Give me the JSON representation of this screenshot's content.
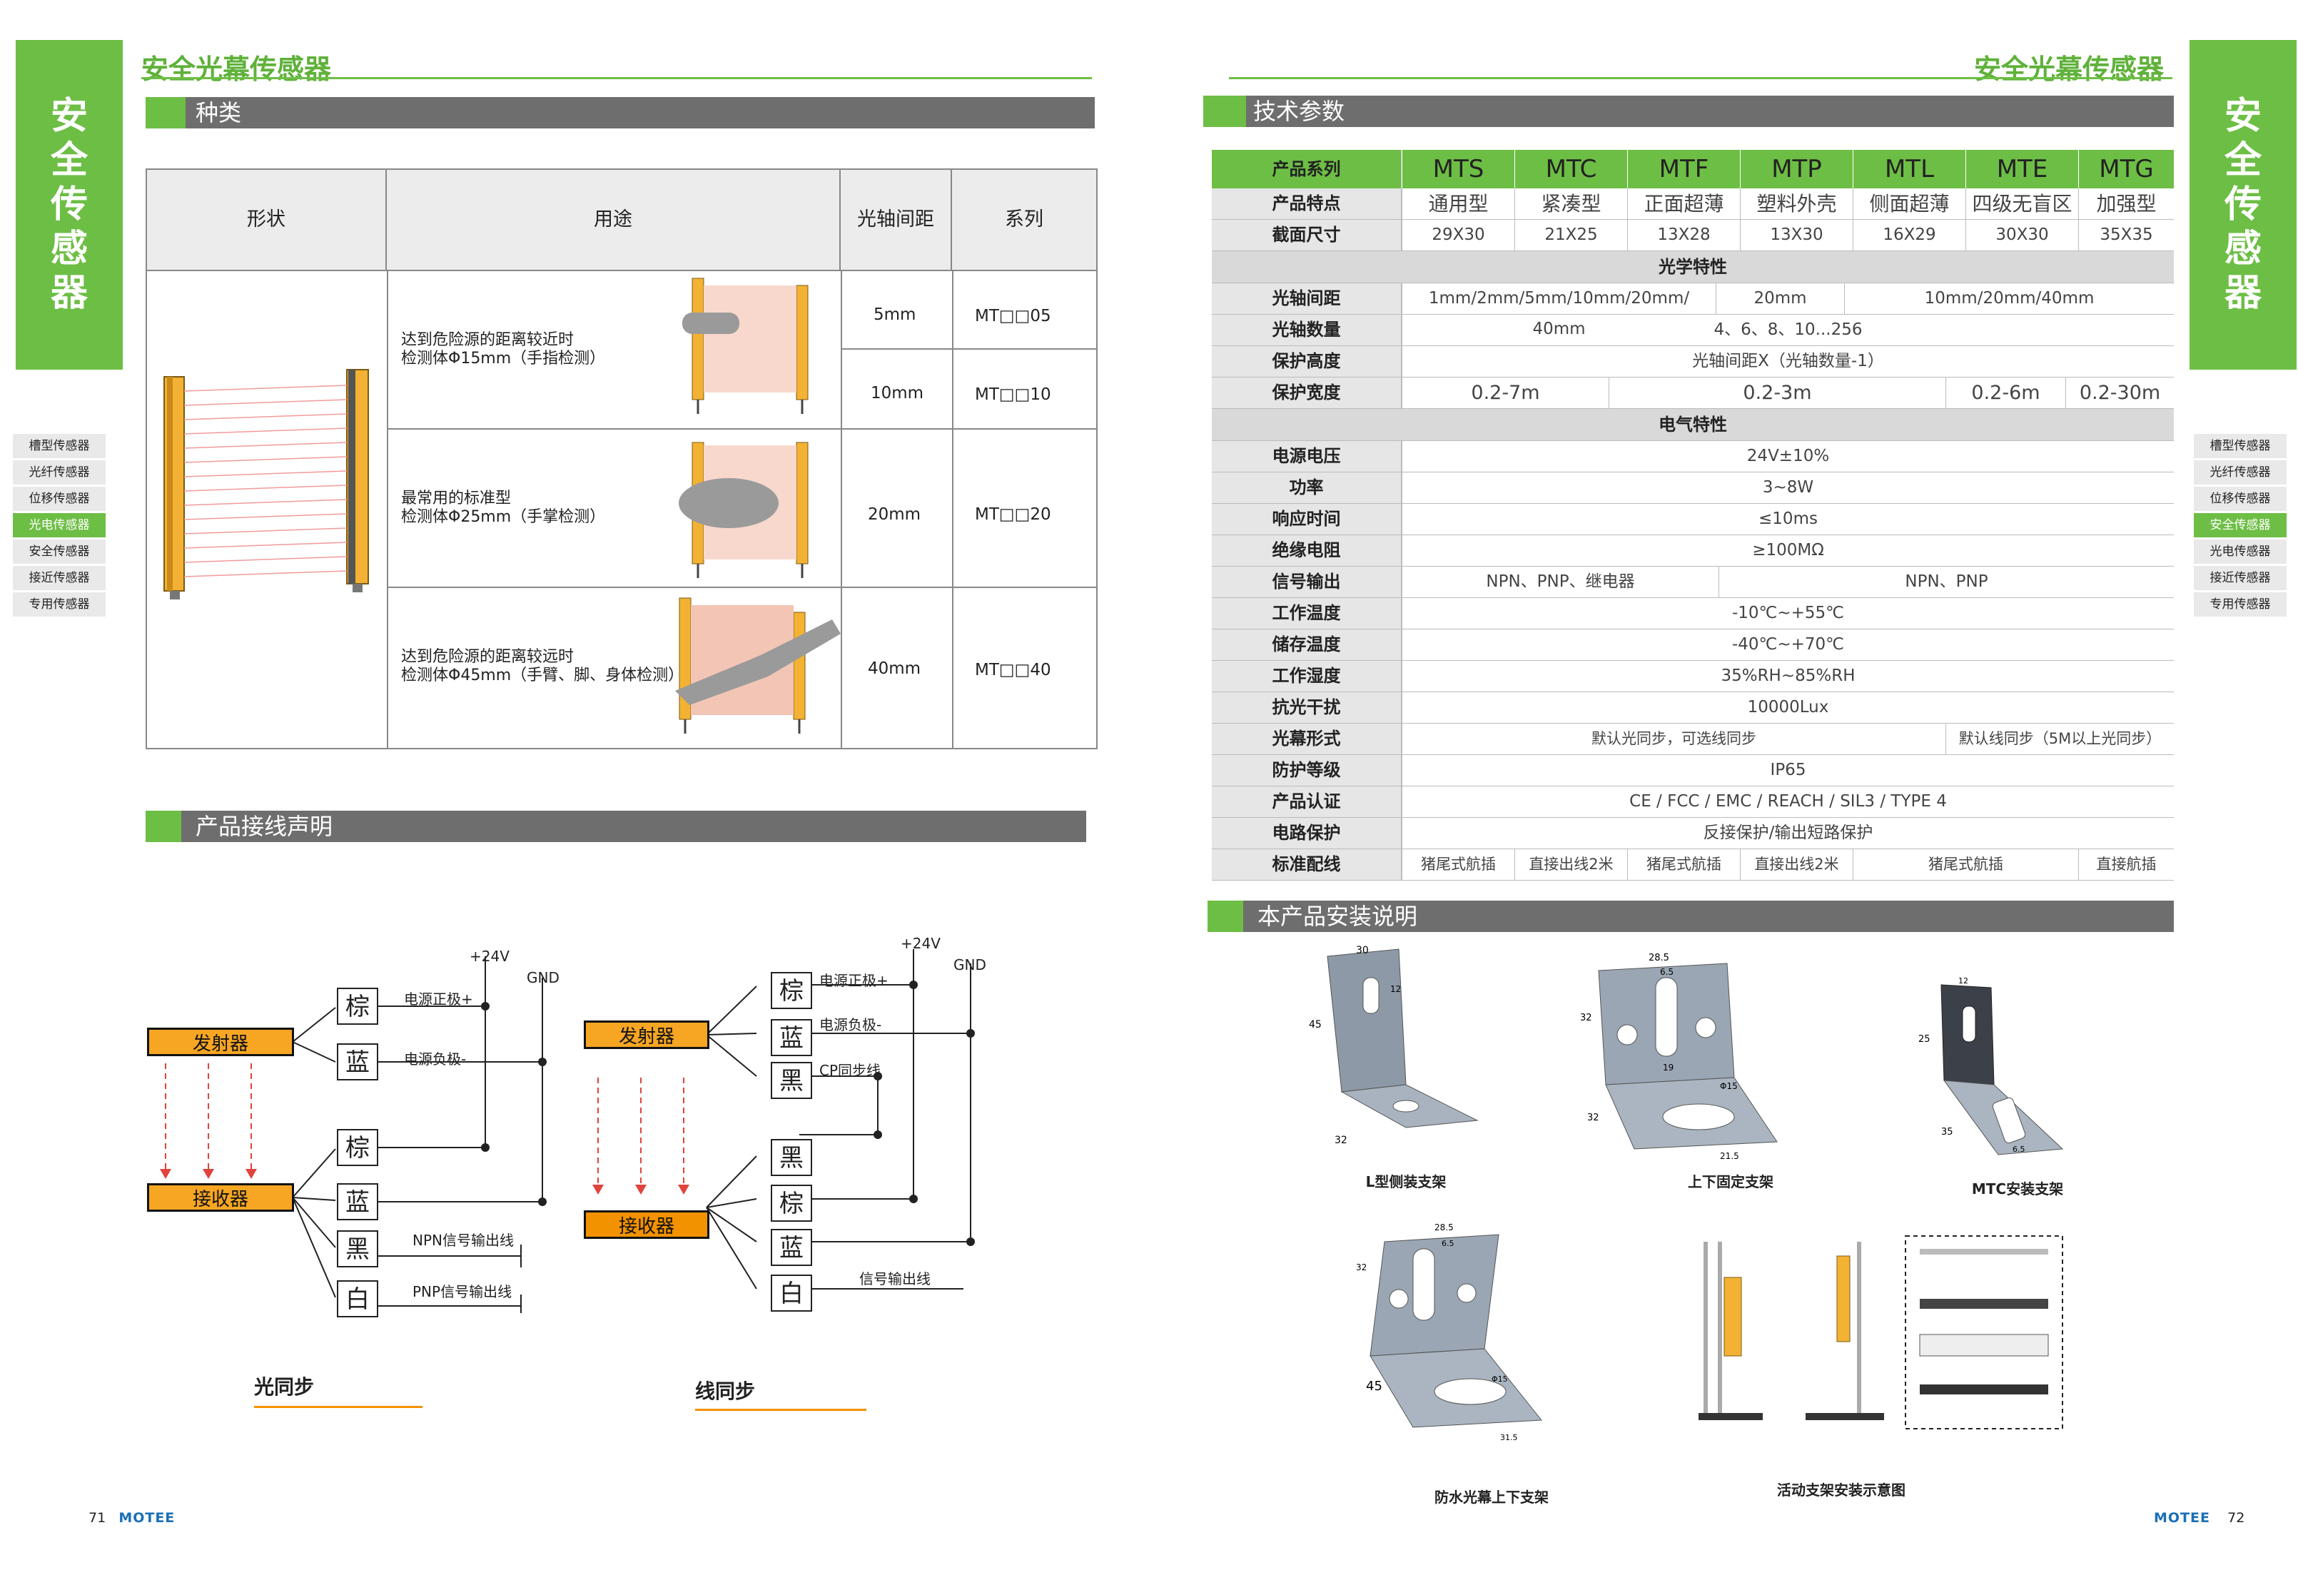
{
  "left_page": {
    "title": "安全光幕传感器",
    "side_tab": [
      "安",
      "全",
      "传",
      "感",
      "器"
    ],
    "side_nav": [
      "槽型传感器",
      "光纤传感器",
      "位移传感器",
      "光电传感器",
      "安全传感器",
      "接近传感器",
      "专用传感器"
    ],
    "side_nav_active": 3,
    "types_section": "种类",
    "types_headers": [
      "形状",
      "用途",
      "光轴间距",
      "系列"
    ],
    "types_rows": [
      {
        "use": [
          "达到危险源的距离较近时",
          "检测体Φ15mm（手指检测）"
        ],
        "spacings": [
          "5mm",
          "10mm"
        ],
        "series": [
          "MT□□05",
          "MT□□10"
        ]
      },
      {
        "use": [
          "最常用的标准型",
          "检测体Φ25mm（手掌检测）"
        ],
        "spacings": [
          "20mm"
        ],
        "series": [
          "MT□□20"
        ]
      },
      {
        "use": [
          "达到危险源的距离较远时",
          "检测体Φ45mm（手臂、脚、身体检测）"
        ],
        "spacings": [
          "40mm"
        ],
        "series": [
          "MT□□40"
        ]
      }
    ],
    "wiring_section": "产品接线声明",
    "light_sync": {
      "emitter": "发射器",
      "receiver": "接收器",
      "power_plus": "+24V",
      "gnd": "GND",
      "emitter_wires": [
        "棕",
        "蓝"
      ],
      "emitter_notes": [
        "电源正极+",
        "电源负极-"
      ],
      "receiver_wires": [
        "棕",
        "蓝",
        "黑",
        "白"
      ],
      "receiver_notes": [
        "NPN信号输出线",
        "PNP信号输出线"
      ],
      "caption": "光同步"
    },
    "line_sync": {
      "emitter": "发射器",
      "receiver": "接收器",
      "power_plus": "+24V",
      "gnd": "GND",
      "emitter_wires": [
        "棕",
        "蓝",
        "黑"
      ],
      "emitter_notes": [
        "电源正极+",
        "电源负极-",
        "CP同步线"
      ],
      "receiver_wires": [
        "黑",
        "棕",
        "蓝",
        "白"
      ],
      "receiver_notes": [
        "信号输出线"
      ],
      "caption": "线同步"
    },
    "page_number": "71",
    "brand": "MOTEE"
  },
  "right_page": {
    "title": "安全光幕传感器",
    "side_tab": [
      "安",
      "全",
      "传",
      "感",
      "器"
    ],
    "side_nav": [
      "槽型传感器",
      "光纤传感器",
      "位移传感器",
      "安全传感器",
      "光电传感器",
      "接近传感器",
      "专用传感器"
    ],
    "side_nav_active": 3,
    "spec_section": "技术参数",
    "spec": {
      "series_label": "产品系列",
      "series": [
        "MTS",
        "MTC",
        "MTF",
        "MTP",
        "MTL",
        "MTE",
        "MTG"
      ],
      "feature_label": "产品特点",
      "features": [
        "通用型",
        "紧凑型",
        "正面超薄",
        "塑料外壳",
        "侧面超薄",
        "四级无盲区",
        "加强型"
      ],
      "size_label": "截面尺寸",
      "sizes": [
        "29X30",
        "21X25",
        "13X28",
        "13X30",
        "16X29",
        "30X30",
        "35X35"
      ],
      "optical_header": "光学特性",
      "spacing_label": "光轴间距",
      "spacing": [
        "1mm/2mm/5mm/10mm/20mm/ 40mm",
        "20mm",
        "10mm/20mm/40mm"
      ],
      "count_label": "光轴数量",
      "count": "4、6、8、10...256",
      "height_label": "保护高度",
      "height": "光轴间距X（光轴数量-1）",
      "width_label": "保护宽度",
      "width": [
        "0.2-7m",
        "0.2-3m",
        "0.2-6m",
        "0.2-30m"
      ],
      "electrical_header": "电气特性",
      "voltage_label": "电源电压",
      "voltage": "24V±10%",
      "power_label": "功率",
      "power": "3~8W",
      "response_label": "响应时间",
      "response": "≤10ms",
      "insulation_label": "绝缘电阻",
      "insulation": "≥100MΩ",
      "output_label": "信号输出",
      "output": [
        "NPN、PNP、继电器",
        "NPN、PNP"
      ],
      "temp_label": "工作温度",
      "temp": "-10℃~+55℃",
      "storage_label": "储存温度",
      "storage": "-40℃~+70℃",
      "humidity_label": "工作湿度",
      "humidity": "35%RH~85%RH",
      "light_label": "抗光干扰",
      "light": "10000Lux",
      "form_label": "光幕形式",
      "form": [
        "默认光同步，可选线同步",
        "默认线同步（5M以上光同步）"
      ],
      "ip_label": "防护等级",
      "ip": "IP65",
      "cert_label": "产品认证",
      "cert": "CE / FCC / EMC / REACH / SIL3 / TYPE 4",
      "circuit_label": "电路保护",
      "circuit": "反接保护/输出短路保护",
      "wiring_label": "标准配线",
      "wiring": [
        "猪尾式航插",
        "直接出线2米",
        "猪尾式航插",
        "直接出线2米",
        "猪尾式航插",
        "直接航插"
      ]
    },
    "install_section": "本产品安装说明",
    "brackets": [
      {
        "caption": "L型侧装支架",
        "dims": [
          "30",
          "12",
          "45",
          "32"
        ]
      },
      {
        "caption": "上下固定支架",
        "dims": [
          "28.5",
          "6.5",
          "32",
          "19",
          "Φ15",
          "32",
          "21.5"
        ]
      },
      {
        "caption": "MTC安装支架",
        "dims": [
          "12",
          "25",
          "35",
          "6.5"
        ]
      },
      {
        "caption": "防水光幕上下支架",
        "dims": [
          "28.5",
          "6.5",
          "32",
          "45",
          "Φ15",
          "31.5"
        ]
      },
      {
        "caption": "活动支架安装示意图",
        "dims": []
      }
    ],
    "page_number": "72",
    "brand": "MOTEE"
  }
}
